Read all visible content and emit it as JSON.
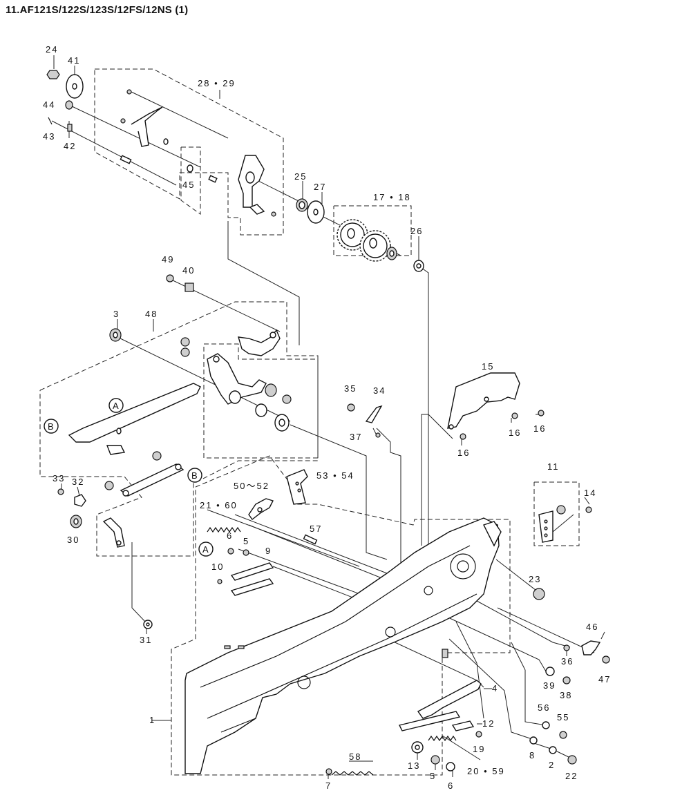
{
  "title": "11.AF121S/122S/123S/12FS/12NS (1)",
  "part_labels": {
    "p24": "24",
    "p41": "41",
    "p44": "44",
    "p43": "43",
    "p42": "42",
    "p28_29": "28 • 29",
    "p45": "45",
    "p25": "25",
    "p27": "27",
    "p17_18": "17 • 18",
    "p26": "26",
    "p49": "49",
    "p40": "40",
    "p3": "3",
    "p48": "48",
    "pA1": "A",
    "pB1": "B",
    "pB2": "B",
    "pA2": "A",
    "p35": "35",
    "p34": "34",
    "p37": "37",
    "p15": "15",
    "p16a": "16",
    "p16b": "16",
    "p16c": "16",
    "p33": "33",
    "p32": "32",
    "p30": "30",
    "p31": "31",
    "p50_52": "50～52",
    "p53_54": "53 • 54",
    "p21_60": "21 • 60",
    "p57": "57",
    "p6a": "6",
    "p5a": "5",
    "p9": "9",
    "p10": "10",
    "p11": "11",
    "p14": "14",
    "p23": "23",
    "p46": "46",
    "p36": "36",
    "p47": "47",
    "p39": "39",
    "p38": "38",
    "p4": "4",
    "p56": "56",
    "p55": "55",
    "p1": "1",
    "p12": "12",
    "p19": "19",
    "p13": "13",
    "p20_59": "20 • 59",
    "p8": "8",
    "p2": "2",
    "p22": "22",
    "p58": "58",
    "p7": "7",
    "p5b": "5",
    "p6b": "6"
  }
}
